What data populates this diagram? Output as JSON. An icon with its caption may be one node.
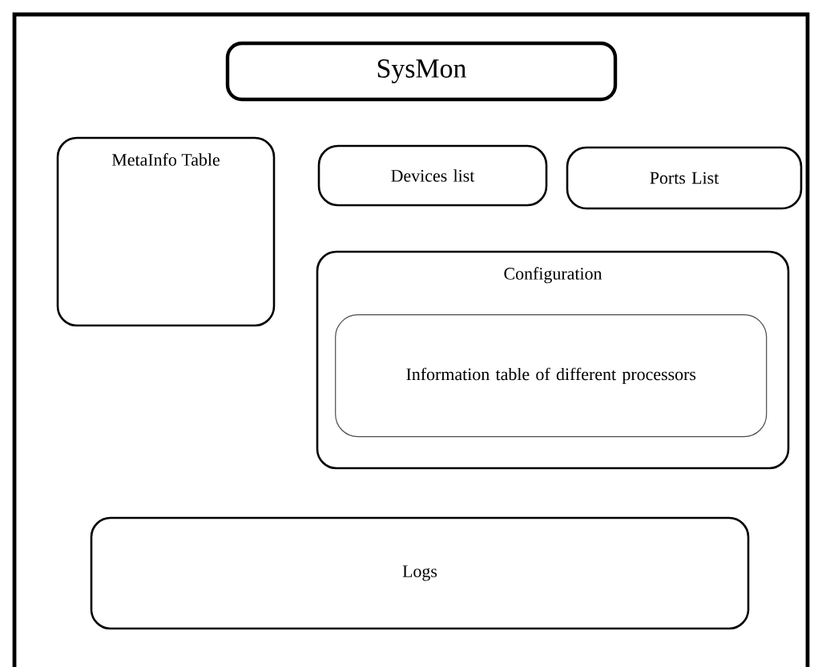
{
  "diagram": {
    "nodes": [
      {
        "text": [
          "SysMon"
        ]
      },
      {
        "text": [
          "MetaInfo Table"
        ]
      },
      {
        "text": [
          "Devices list"
        ]
      },
      {
        "text": [
          "Ports List"
        ]
      },
      {
        "text": [
          "Configuration"
        ]
      },
      {
        "text": [
          "Information table of different processors"
        ],
        "in": 4
      },
      {
        "text": [
          "Logs"
        ]
      }
    ]
  }
}
